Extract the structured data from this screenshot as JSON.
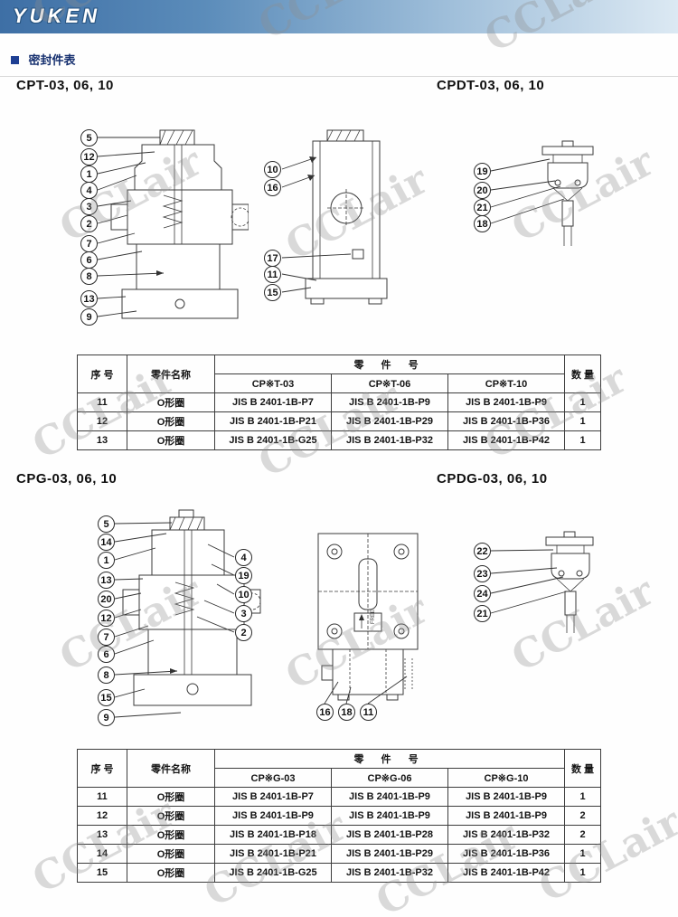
{
  "watermark_text": "CCLair",
  "header": {
    "logo": "YUKEN"
  },
  "page": {
    "section_title": "密封件表"
  },
  "section1": {
    "left_heading": "CPT-03, 06, 10",
    "right_heading": "CPDT-03, 06, 10",
    "balloons_main": [
      "5",
      "12",
      "1",
      "4",
      "3",
      "2",
      "7",
      "6",
      "8",
      "13",
      "9"
    ],
    "balloons_mid": [
      "10",
      "16",
      "17",
      "11",
      "15"
    ],
    "balloons_right": [
      "19",
      "20",
      "21",
      "18"
    ],
    "table": {
      "headers": {
        "no": "序 号",
        "name": "零件名称",
        "part": "零 件 号",
        "qty": "数 量"
      },
      "models": [
        "CP※T-03",
        "CP※T-06",
        "CP※T-10"
      ],
      "rows": [
        [
          "11",
          "O形圈",
          "JIS B 2401-1B-P7",
          "JIS B 2401-1B-P9",
          "JIS B 2401-1B-P9",
          "1"
        ],
        [
          "12",
          "O形圈",
          "JIS B 2401-1B-P21",
          "JIS B 2401-1B-P29",
          "JIS B 2401-1B-P36",
          "1"
        ],
        [
          "13",
          "O形圈",
          "JIS B 2401-1B-G25",
          "JIS B 2401-1B-P32",
          "JIS B 2401-1B-P42",
          "1"
        ]
      ]
    }
  },
  "section2": {
    "left_heading": "CPG-03, 06, 10",
    "right_heading": "CPDG-03, 06, 10",
    "balloons_left": [
      "5",
      "14",
      "1",
      "13",
      "20",
      "12",
      "7",
      "6",
      "8",
      "15",
      "9"
    ],
    "balloons_rightcol": [
      "4",
      "19",
      "10",
      "3",
      "2"
    ],
    "balloons_bottom": [
      "16",
      "18",
      "11"
    ],
    "balloons_right": [
      "22",
      "23",
      "24",
      "21"
    ],
    "diagram_label": "FREE",
    "table": {
      "headers": {
        "no": "序 号",
        "name": "零件名称",
        "part": "零 件 号",
        "qty": "数 量"
      },
      "models": [
        "CP※G-03",
        "CP※G-06",
        "CP※G-10"
      ],
      "rows": [
        [
          "11",
          "O形圈",
          "JIS B 2401-1B-P7",
          "JIS B 2401-1B-P9",
          "JIS B 2401-1B-P9",
          "1"
        ],
        [
          "12",
          "O形圈",
          "JIS B 2401-1B-P9",
          "JIS B 2401-1B-P9",
          "JIS B 2401-1B-P9",
          "2"
        ],
        [
          "13",
          "O形圈",
          "JIS B 2401-1B-P18",
          "JIS B 2401-1B-P28",
          "JIS B 2401-1B-P32",
          "2"
        ],
        [
          "14",
          "O形圈",
          "JIS B 2401-1B-P21",
          "JIS B 2401-1B-P29",
          "JIS B 2401-1B-P36",
          "1"
        ],
        [
          "15",
          "O形圈",
          "JIS B 2401-1B-G25",
          "JIS B 2401-1B-P32",
          "JIS B 2401-1B-P42",
          "1"
        ]
      ]
    }
  }
}
